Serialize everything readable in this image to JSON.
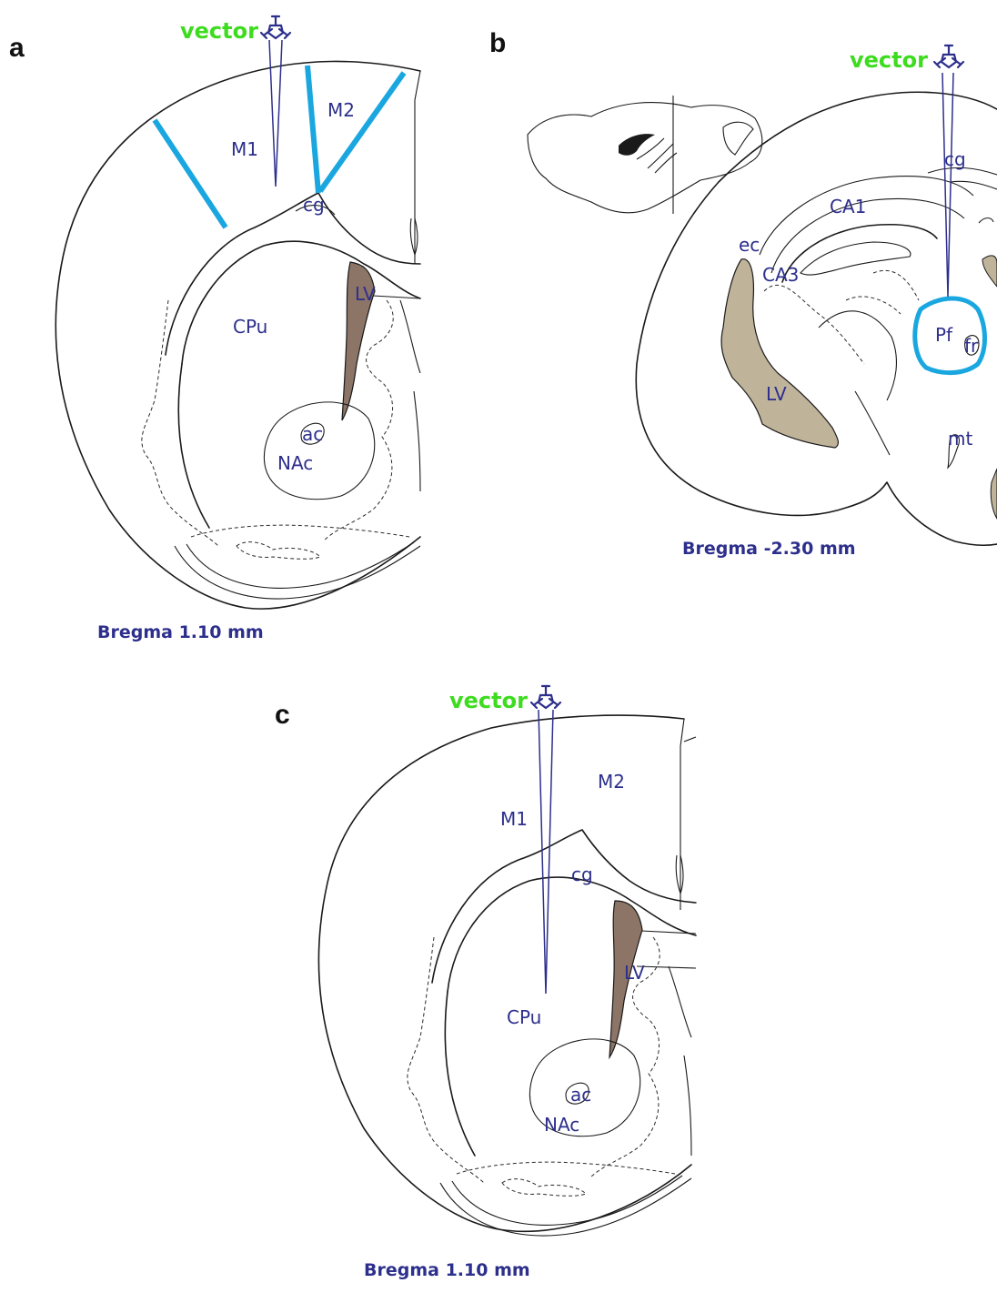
{
  "colors": {
    "vector_label": "#3ddc1e",
    "region_label": "#2d2f8c",
    "injection_band": "#1aa7e0",
    "ventricle_a": "#8c7466",
    "ventricle_b": "#bfb39a"
  },
  "panels": {
    "a": {
      "letter": "a",
      "vector_label": "vector",
      "vector_icon": "virus-particle-icon",
      "regions": {
        "M1": "M1",
        "M2": "M2",
        "cg": "cg",
        "CPu": "CPu",
        "LV": "LV",
        "ac": "ac",
        "NAc": "NAc"
      },
      "bregma": "Bregma 1.10 mm"
    },
    "b": {
      "letter": "b",
      "vector_label": "vector",
      "vector_icon": "virus-particle-icon",
      "regions": {
        "cg": "cg",
        "CA1": "CA1",
        "ec": "ec",
        "CA3": "CA3",
        "LV": "LV",
        "Pf": "Pf",
        "fr": "fr",
        "mt": "mt"
      },
      "bregma": "Bregma -2.30 mm"
    },
    "c": {
      "letter": "c",
      "vector_label": "vector",
      "vector_icon": "virus-particle-icon",
      "regions": {
        "M2": "M2",
        "M1": "M1",
        "cg": "cg",
        "LV": "LV",
        "CPu": "CPu",
        "ac": "ac",
        "NAc": "NAc"
      },
      "bregma": "Bregma 1.10 mm"
    }
  }
}
